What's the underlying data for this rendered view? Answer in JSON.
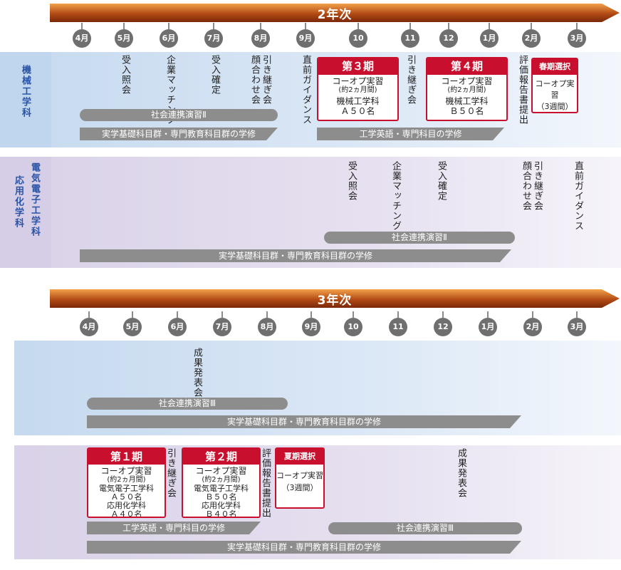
{
  "year2": {
    "title": "2年次",
    "months": [
      "4月",
      "5月",
      "6月",
      "7月",
      "8月",
      "9月",
      "10月",
      "11月",
      "12月",
      "1月",
      "2月",
      "3月"
    ],
    "mech": {
      "dept": "機械工学科",
      "events": [
        "受入照会",
        "企業マッチング",
        "受入確定",
        "引き継ぎ会",
        "顔合わせ会",
        "直前ガイダンス",
        "引き継ぎ会",
        "評価報告書提出"
      ],
      "phase3": {
        "head": "第３期",
        "l1": "コーオプ実習",
        "l2": "(約2ヵ月間)",
        "l3": "機械工学科",
        "l4": "Ａ５０名"
      },
      "phase4": {
        "head": "第４期",
        "l1": "コーオプ実習",
        "l2": "(約2ヵ月間)",
        "l3": "機械工学科",
        "l4": "Ｂ５０名"
      },
      "spring": {
        "head": "春期選択",
        "l1": "コーオプ実習",
        "l2": "（3週間）"
      },
      "pill": "社会連携演習Ⅱ",
      "bar1": "実学基礎科目群・専門教育科目群の学修",
      "bar2": "工学英語・専門科目の学修"
    },
    "elec": {
      "dept1": "電気電子工学科",
      "dept2": "応用化学科",
      "events": [
        "受入照会",
        "企業マッチング",
        "受入確定",
        "引き継ぎ会",
        "顔合わせ会",
        "直前ガイダンス"
      ],
      "pill": "社会連携演習Ⅱ",
      "bar": "実学基礎科目群・専門教育科目群の学修"
    }
  },
  "year3": {
    "title": "3年次",
    "months": [
      "4月",
      "5月",
      "6月",
      "7月",
      "8月",
      "9月",
      "10月",
      "11月",
      "12月",
      "1月",
      "2月",
      "3月"
    ],
    "mech": {
      "events": [
        "成果発表会"
      ],
      "pill": "社会連携演習Ⅲ",
      "bar": "実学基礎科目群・専門教育科目群の学修"
    },
    "elec": {
      "events": [
        "引き継ぎ会",
        "評価報告書提出",
        "成果発表会"
      ],
      "phase1": {
        "head": "第１期",
        "l1": "コーオプ実習",
        "l2": "(約2ヵ月間)",
        "l3": "電気電子工学科",
        "l4": "Ａ５０名",
        "l5": "応用化学科",
        "l6": "Ａ４０名"
      },
      "phase2": {
        "head": "第２期",
        "l1": "コーオプ実習",
        "l2": "(約2ヵ月間)",
        "l3": "電気電子工学科",
        "l4": "Ｂ５０名",
        "l5": "応用化学科",
        "l6": "Ｂ４０名"
      },
      "summer": {
        "head": "夏期選択",
        "l1": "コーオプ実習",
        "l2": "（3週間）"
      },
      "pill": "社会連携演習Ⅲ",
      "bar1": "工学英語・専門科目の学修",
      "bar2": "実学基礎科目群・専門教育科目群の学修"
    }
  },
  "colors": {
    "accent": "#c8102e",
    "dept": "#2b54a5"
  }
}
